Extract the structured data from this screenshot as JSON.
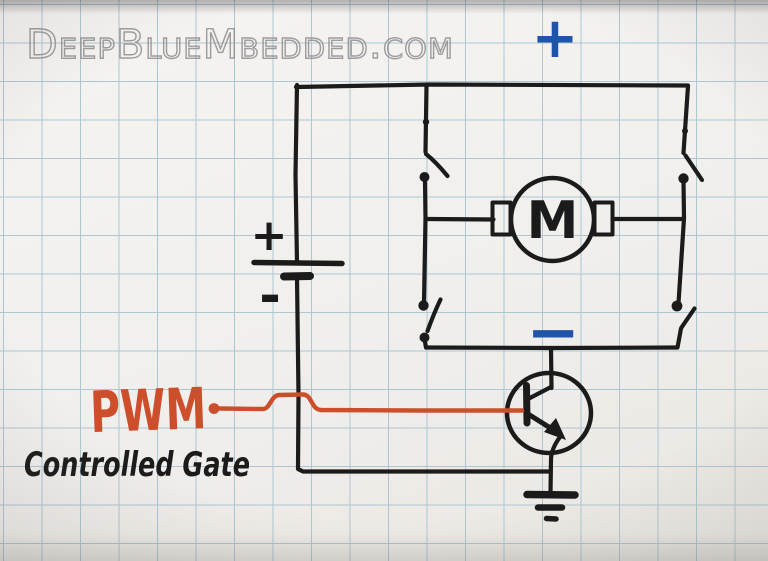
{
  "watermark": {
    "text": "DeepBlueMbedded.com"
  },
  "circuit": {
    "supply_positive_label": "+",
    "bridge_negative_label": "−",
    "battery": {
      "positive_label": "+",
      "negative_label": "-"
    },
    "motor_label": "M",
    "pwm_label": "PWM",
    "gate_caption": "Controlled Gate"
  },
  "colors": {
    "paper": "#f1efec",
    "grid_line": "#adc6d2",
    "ink": "#1b1b1b",
    "pwm_orange": "#cc4e2b",
    "polarity_blue": "#1e55a8",
    "watermark_gray": "#908e90"
  }
}
